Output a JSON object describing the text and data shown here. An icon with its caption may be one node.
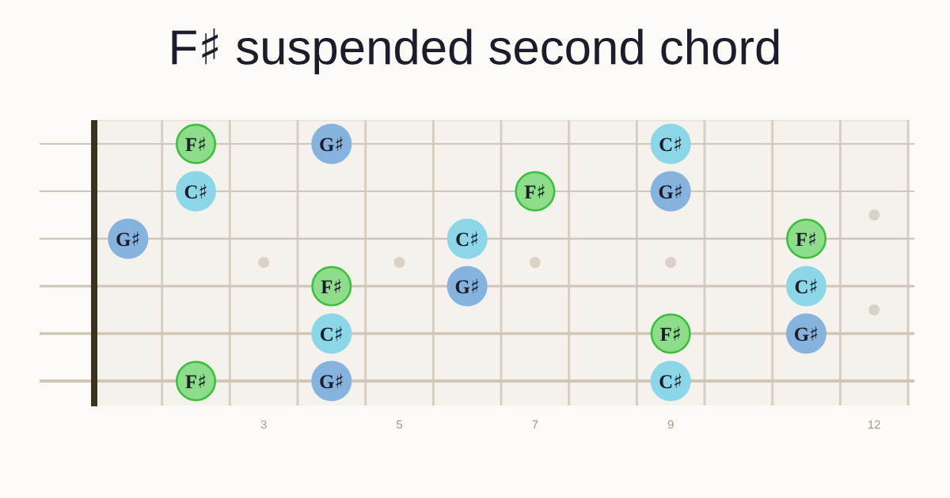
{
  "diagram": {
    "title": "F♯ suspended second chord",
    "nodes": [
      {
        "text": [
          "F♯"
        ]
      },
      {
        "text": [
          "G♯"
        ]
      },
      {
        "text": [
          "C♯"
        ]
      },
      {
        "text": [
          "C♯"
        ]
      },
      {
        "text": [
          "F♯"
        ]
      },
      {
        "text": [
          "G♯"
        ]
      },
      {
        "text": [
          "G♯"
        ]
      },
      {
        "text": [
          "C♯"
        ]
      },
      {
        "text": [
          "F♯"
        ]
      },
      {
        "text": [
          "F♯"
        ]
      },
      {
        "text": [
          "G♯"
        ]
      },
      {
        "text": [
          "C♯"
        ]
      },
      {
        "text": [
          "C♯"
        ]
      },
      {
        "text": [
          "F♯"
        ]
      },
      {
        "text": [
          "G♯"
        ]
      },
      {
        "text": [
          "F♯"
        ]
      },
      {
        "text": [
          "G♯"
        ]
      },
      {
        "text": [
          "C♯"
        ]
      }
    ],
    "edges": [],
    "labels": [
      "3",
      "5",
      "7",
      "9",
      "12"
    ]
  }
}
